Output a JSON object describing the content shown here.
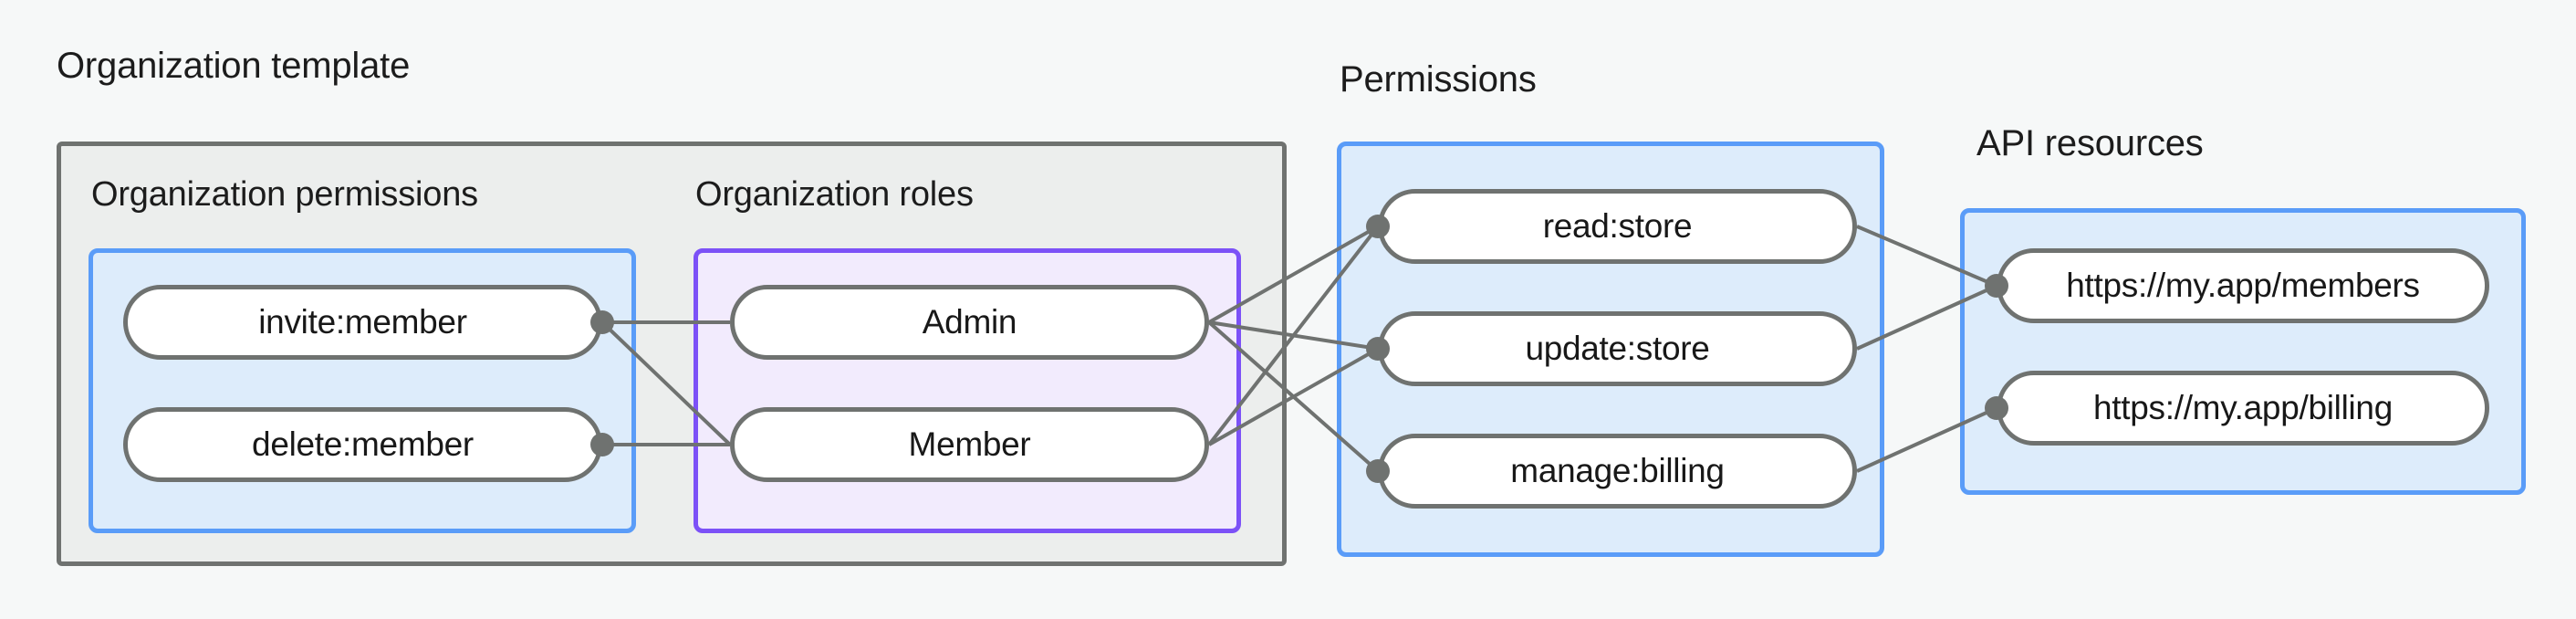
{
  "diagram": {
    "title_org_template": "Organization template",
    "title_permissions": "Permissions",
    "title_api_resources": "API resources",
    "subtitle_org_permissions": "Organization permissions",
    "subtitle_org_roles": "Organization roles",
    "colors": {
      "page_background": "#f6f8f8",
      "outer_border": "#6f7270",
      "outer_fill": "#eceeed",
      "blue_border": "#5a9cf8",
      "blue_fill": "#ddecfb",
      "purple_border": "#7c51f7",
      "purple_fill": "#f2ebfd",
      "node_border": "#6f7270",
      "node_fill": "#ffffff",
      "edge": "#6f7270",
      "text": "#1c1c1c"
    },
    "nodes": {
      "org_permissions": [
        {
          "id": "invite-member",
          "label": "invite:member"
        },
        {
          "id": "delete-member",
          "label": "delete:member"
        }
      ],
      "org_roles": [
        {
          "id": "admin",
          "label": "Admin"
        },
        {
          "id": "member",
          "label": "Member"
        }
      ],
      "permissions": [
        {
          "id": "read-store",
          "label": "read:store"
        },
        {
          "id": "update-store",
          "label": "update:store"
        },
        {
          "id": "manage-billing",
          "label": "manage:billing"
        }
      ],
      "api_resources": [
        {
          "id": "members-url",
          "label": "https://my.app/members"
        },
        {
          "id": "billing-url",
          "label": "https://my.app/billing"
        }
      ]
    },
    "edges": [
      {
        "from": "invite-member",
        "to": "admin"
      },
      {
        "from": "invite-member",
        "to": "member"
      },
      {
        "from": "delete-member",
        "to": "member"
      },
      {
        "from": "admin",
        "to": "read-store"
      },
      {
        "from": "admin",
        "to": "update-store"
      },
      {
        "from": "admin",
        "to": "manage-billing"
      },
      {
        "from": "member",
        "to": "read-store"
      },
      {
        "from": "member",
        "to": "update-store"
      },
      {
        "from": "read-store",
        "to": "members-url"
      },
      {
        "from": "update-store",
        "to": "members-url"
      },
      {
        "from": "manage-billing",
        "to": "billing-url"
      }
    ]
  }
}
